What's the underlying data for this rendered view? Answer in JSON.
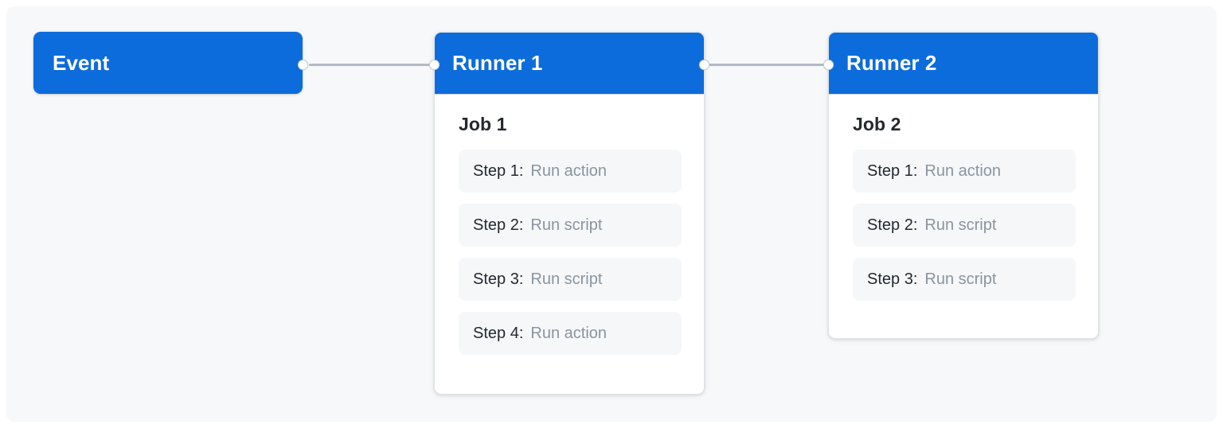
{
  "canvas": {
    "background_color": "#f6f8fa",
    "accent_color": "#0d6cdb",
    "edge_color": "#b1bac4",
    "step_background_color": "#f5f7f9",
    "muted_text_color": "#8b949e"
  },
  "event": {
    "label": "Event"
  },
  "runners": [
    {
      "title": "Runner 1",
      "job_title": "Job 1",
      "steps": [
        {
          "label": "Step 1:",
          "action": "Run action"
        },
        {
          "label": "Step 2:",
          "action": "Run script"
        },
        {
          "label": "Step 3:",
          "action": "Run script"
        },
        {
          "label": "Step 4:",
          "action": "Run action"
        }
      ]
    },
    {
      "title": "Runner 2",
      "job_title": "Job 2",
      "steps": [
        {
          "label": "Step 1:",
          "action": "Run action"
        },
        {
          "label": "Step 2:",
          "action": "Run script"
        },
        {
          "label": "Step 3:",
          "action": "Run script"
        }
      ]
    }
  ]
}
